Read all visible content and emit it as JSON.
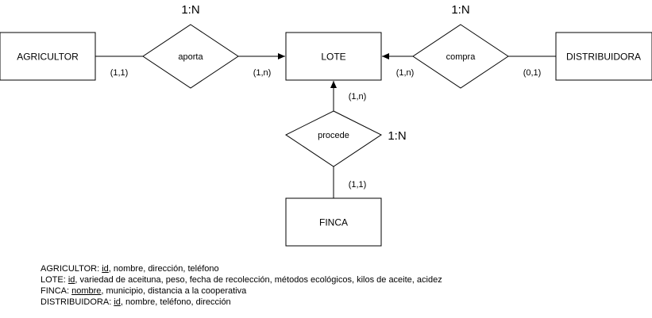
{
  "diagram": {
    "entities": {
      "agricultor": "AGRICULTOR",
      "lote": "LOTE",
      "distribuidora": "DISTRIBUIDORA",
      "finca": "FINCA"
    },
    "relationships": {
      "aporta": {
        "label": "aporta",
        "ratio": "1:N",
        "card_left": "(1,1)",
        "card_right": "(1,n)"
      },
      "compra": {
        "label": "compra",
        "ratio": "1:N",
        "card_left": "(1,n)",
        "card_right": "(0,1)"
      },
      "procede": {
        "label": "procede",
        "ratio": "1:N",
        "card_top": "(1,n)",
        "card_bottom": "(1,1)"
      }
    }
  },
  "schema": [
    {
      "entity": "AGRICULTOR",
      "key": "id",
      "rest": ", nombre, dirección, teléfono"
    },
    {
      "entity": "LOTE",
      "key": "id",
      "rest": ", variedad de aceituna, peso, fecha de recolección, métodos ecológicos, kilos de aceite, acidez"
    },
    {
      "entity": "FINCA",
      "key": "nombre",
      "rest": ", municipio, distancia a la cooperativa"
    },
    {
      "entity": "DISTRIBUIDORA",
      "key": "id",
      "rest": ", nombre, teléfono, dirección"
    }
  ]
}
